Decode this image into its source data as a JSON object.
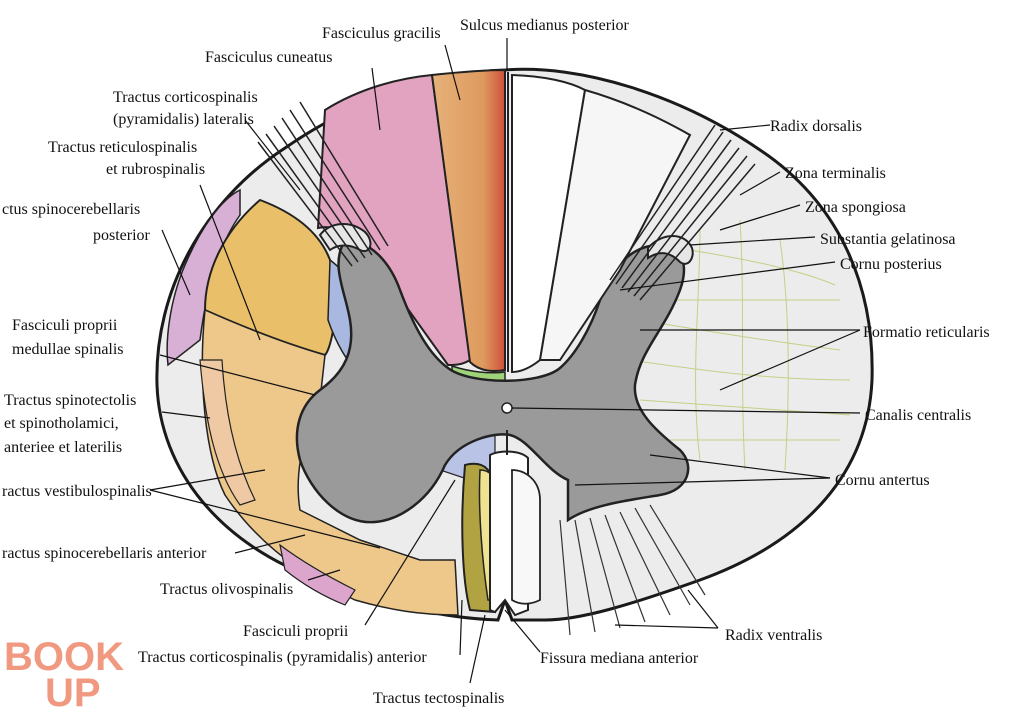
{
  "labels": {
    "fasciculus_gracilis": "Fasciculus gracilis",
    "sulcus_medianus_posterior": "Sulcus medianus posterior",
    "fasciculus_cuneatus": "Fasciculus cuneatus",
    "tractus_corticospinalis_lateralis_1": "Tractus corticospinalis",
    "tractus_corticospinalis_lateralis_2": "(pyramidalis) lateralis",
    "tractus_reticulospinalis_1": "Tractus reticulospinalis",
    "tractus_reticulospinalis_2": "et rubrospinalis",
    "tractus_spinocerebellaris_posterior_1": "ctus spinocerebellaris",
    "tractus_spinocerebellaris_posterior_2": "posterior",
    "fasciculi_proprii_medullae_1": "Fasciculi proprii",
    "fasciculi_proprii_medullae_2": "medullae spinalis",
    "tractus_spinotectalis_1": "Tractus spinotectolis",
    "tractus_spinotectalis_2": "et spinotholamici,",
    "tractus_spinotectalis_3": "anteriee et laterilis",
    "tractus_vestibulospinalis": "ractus vestibulospinalis",
    "tractus_spinocerebellaris_anterior": "ractus spinocerebellaris anterior",
    "tractus_olivospinalis": "Tractus olivospinalis",
    "fasciculi_proprii": "Fasciculi proprii",
    "tractus_corticospinalis_anterior": "Tractus corticospinalis (pyramidalis) anterior",
    "tractus_tectospinalis": "Tractus tectospinalis",
    "fissura_mediana_anterior": "Fissura mediana anterior",
    "radix_ventralis": "Radix ventralis",
    "cornu_antertus": "Cornu antertus",
    "canalis_centralis": "Canalis centralis",
    "formatio_reticularis": "Formatio reticularis",
    "cornu_posterius": "Cornu posterius",
    "substantia_gelatinosa": "Substantia gelatinosa",
    "zona_spongiosa": "Zona spongiosa",
    "zona_terminalis": "Zona terminalis",
    "radix_dorsalis": "Radix dorsalis"
  },
  "watermark": {
    "line1": "BOOK",
    "line2": "UP"
  },
  "colors": {
    "white_matter": "#e9e9e9",
    "grey_matter": "#9a9a9a",
    "gracilis": "#e0a56a",
    "cuneatus": "#e2a3c0",
    "corticospinal_lateral": "#e9c069",
    "spinocerebellar": "#d8b0d6",
    "proprii": "#a9b8e0",
    "anterior_tracts": "#ebc9a0",
    "tectospinal": "#b1a242",
    "watermark": "#ef8f73"
  }
}
